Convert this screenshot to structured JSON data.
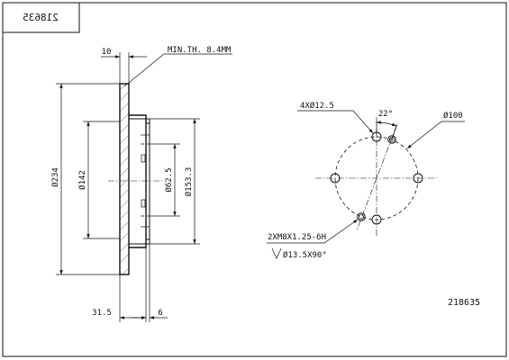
{
  "part_number": "218635",
  "part_number_stamp": "218635",
  "dimensions": {
    "disc_thickness": "10",
    "min_thickness_note": "MIN.TH. 8.4MM",
    "outer_diameter": "Ø234",
    "friction_inner_diameter": "Ø142",
    "center_bore": "Ø62.5",
    "hub_diameter": "Ø153.3",
    "hat_offset": "31.5",
    "hub_offset": "6"
  },
  "front_view": {
    "bolt_holes": "4XØ12.5",
    "angle": "22°",
    "pcd": "Ø100",
    "thread": "2XM8X1.25-6H",
    "countersink": "Ø13.5X90°"
  }
}
